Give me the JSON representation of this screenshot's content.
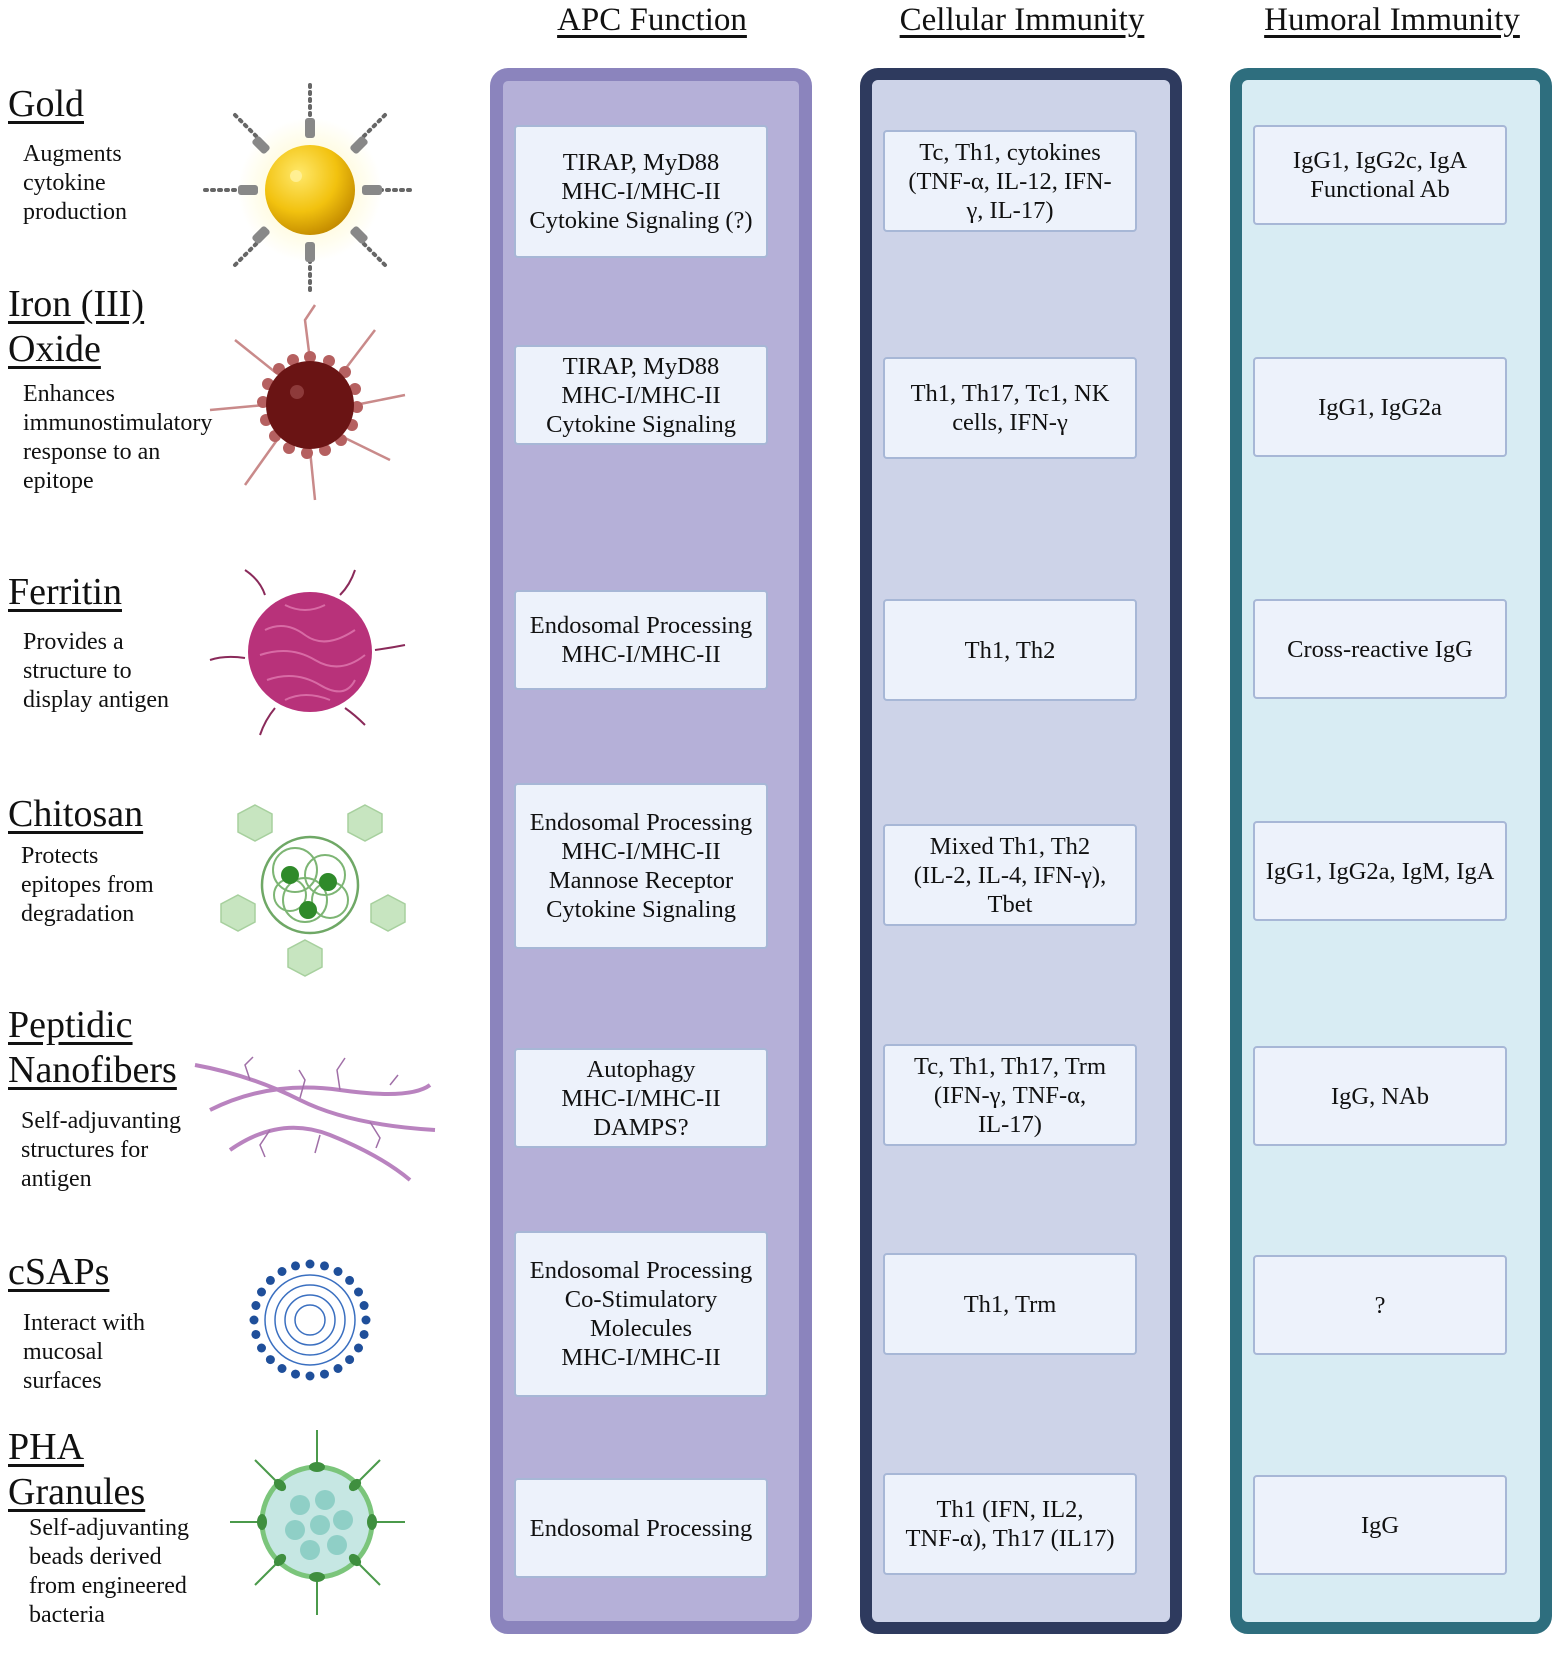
{
  "headers": {
    "apc": "APC Function",
    "cellular": "Cellular Immunity",
    "humoral": "Humoral Immunity"
  },
  "colors": {
    "apc_fill": "#b5b0d8",
    "apc_border": "#8b84bd",
    "cellular_fill": "#cdd3e8",
    "cellular_border": "#2e3a5e",
    "humoral_fill": "#d8ecf3",
    "humoral_border": "#2e6e7e"
  },
  "rows": [
    {
      "title": "Gold",
      "description": "Augments\ncytokine\nproduction",
      "icon": "gold-nanoparticle-icon",
      "apc": "TIRAP, MyD88\nMHC-I/MHC-II\nCytokine Signaling (?)",
      "cellular": "Tc, Th1, cytokines\n(TNF-α, IL-12, IFN-\nγ, IL-17)",
      "humoral": "IgG1, IgG2c, IgA\nFunctional Ab"
    },
    {
      "title": "Iron (III)\nOxide",
      "description": "Enhances\nimmunostimulatory\nresponse to an\nepitope",
      "icon": "iron-oxide-nanoparticle-icon",
      "apc": "TIRAP, MyD88\nMHC-I/MHC-II\nCytokine Signaling",
      "cellular": "Th1, Th17, Tc1, NK\ncells, IFN-γ",
      "humoral": "IgG1, IgG2a"
    },
    {
      "title": "Ferritin",
      "description": "Provides a\nstructure to\ndisplay antigen",
      "icon": "ferritin-icon",
      "apc": "Endosomal Processing\nMHC-I/MHC-II",
      "cellular": "Th1, Th2",
      "humoral": "Cross-reactive IgG"
    },
    {
      "title": "Chitosan",
      "description": "Protects\nepitopes from\ndegradation",
      "icon": "chitosan-icon",
      "apc": "Endosomal Processing\nMHC-I/MHC-II\nMannose Receptor\nCytokine Signaling",
      "cellular": "Mixed Th1, Th2\n(IL-2, IL-4, IFN-γ),\nTbet",
      "humoral": "IgG1, IgG2a, IgM, IgA"
    },
    {
      "title": "Peptidic\nNanofibers",
      "description": "Self-adjuvanting\nstructures for\nantigen",
      "icon": "nanofiber-icon",
      "apc": "Autophagy\nMHC-I/MHC-II\nDAMPS?",
      "cellular": "Tc, Th1, Th17, Trm\n(IFN-γ, TNF-α,\nIL-17)",
      "humoral": "IgG, NAb"
    },
    {
      "title": "cSAPs",
      "description": "Interact with\nmucosal\nsurfaces",
      "icon": "csap-micelle-icon",
      "apc": "Endosomal Processing\nCo-Stimulatory\nMolecules\nMHC-I/MHC-II",
      "cellular": "Th1, Trm",
      "humoral": "?"
    },
    {
      "title": "PHA\nGranules",
      "description": "Self-adjuvanting\nbeads derived\nfrom engineered\nbacteria",
      "icon": "pha-granule-icon",
      "apc": "Endosomal Processing",
      "cellular": "Th1 (IFN, IL2,\nTNF-α), Th17 (IL17)",
      "humoral": "IgG"
    }
  ]
}
